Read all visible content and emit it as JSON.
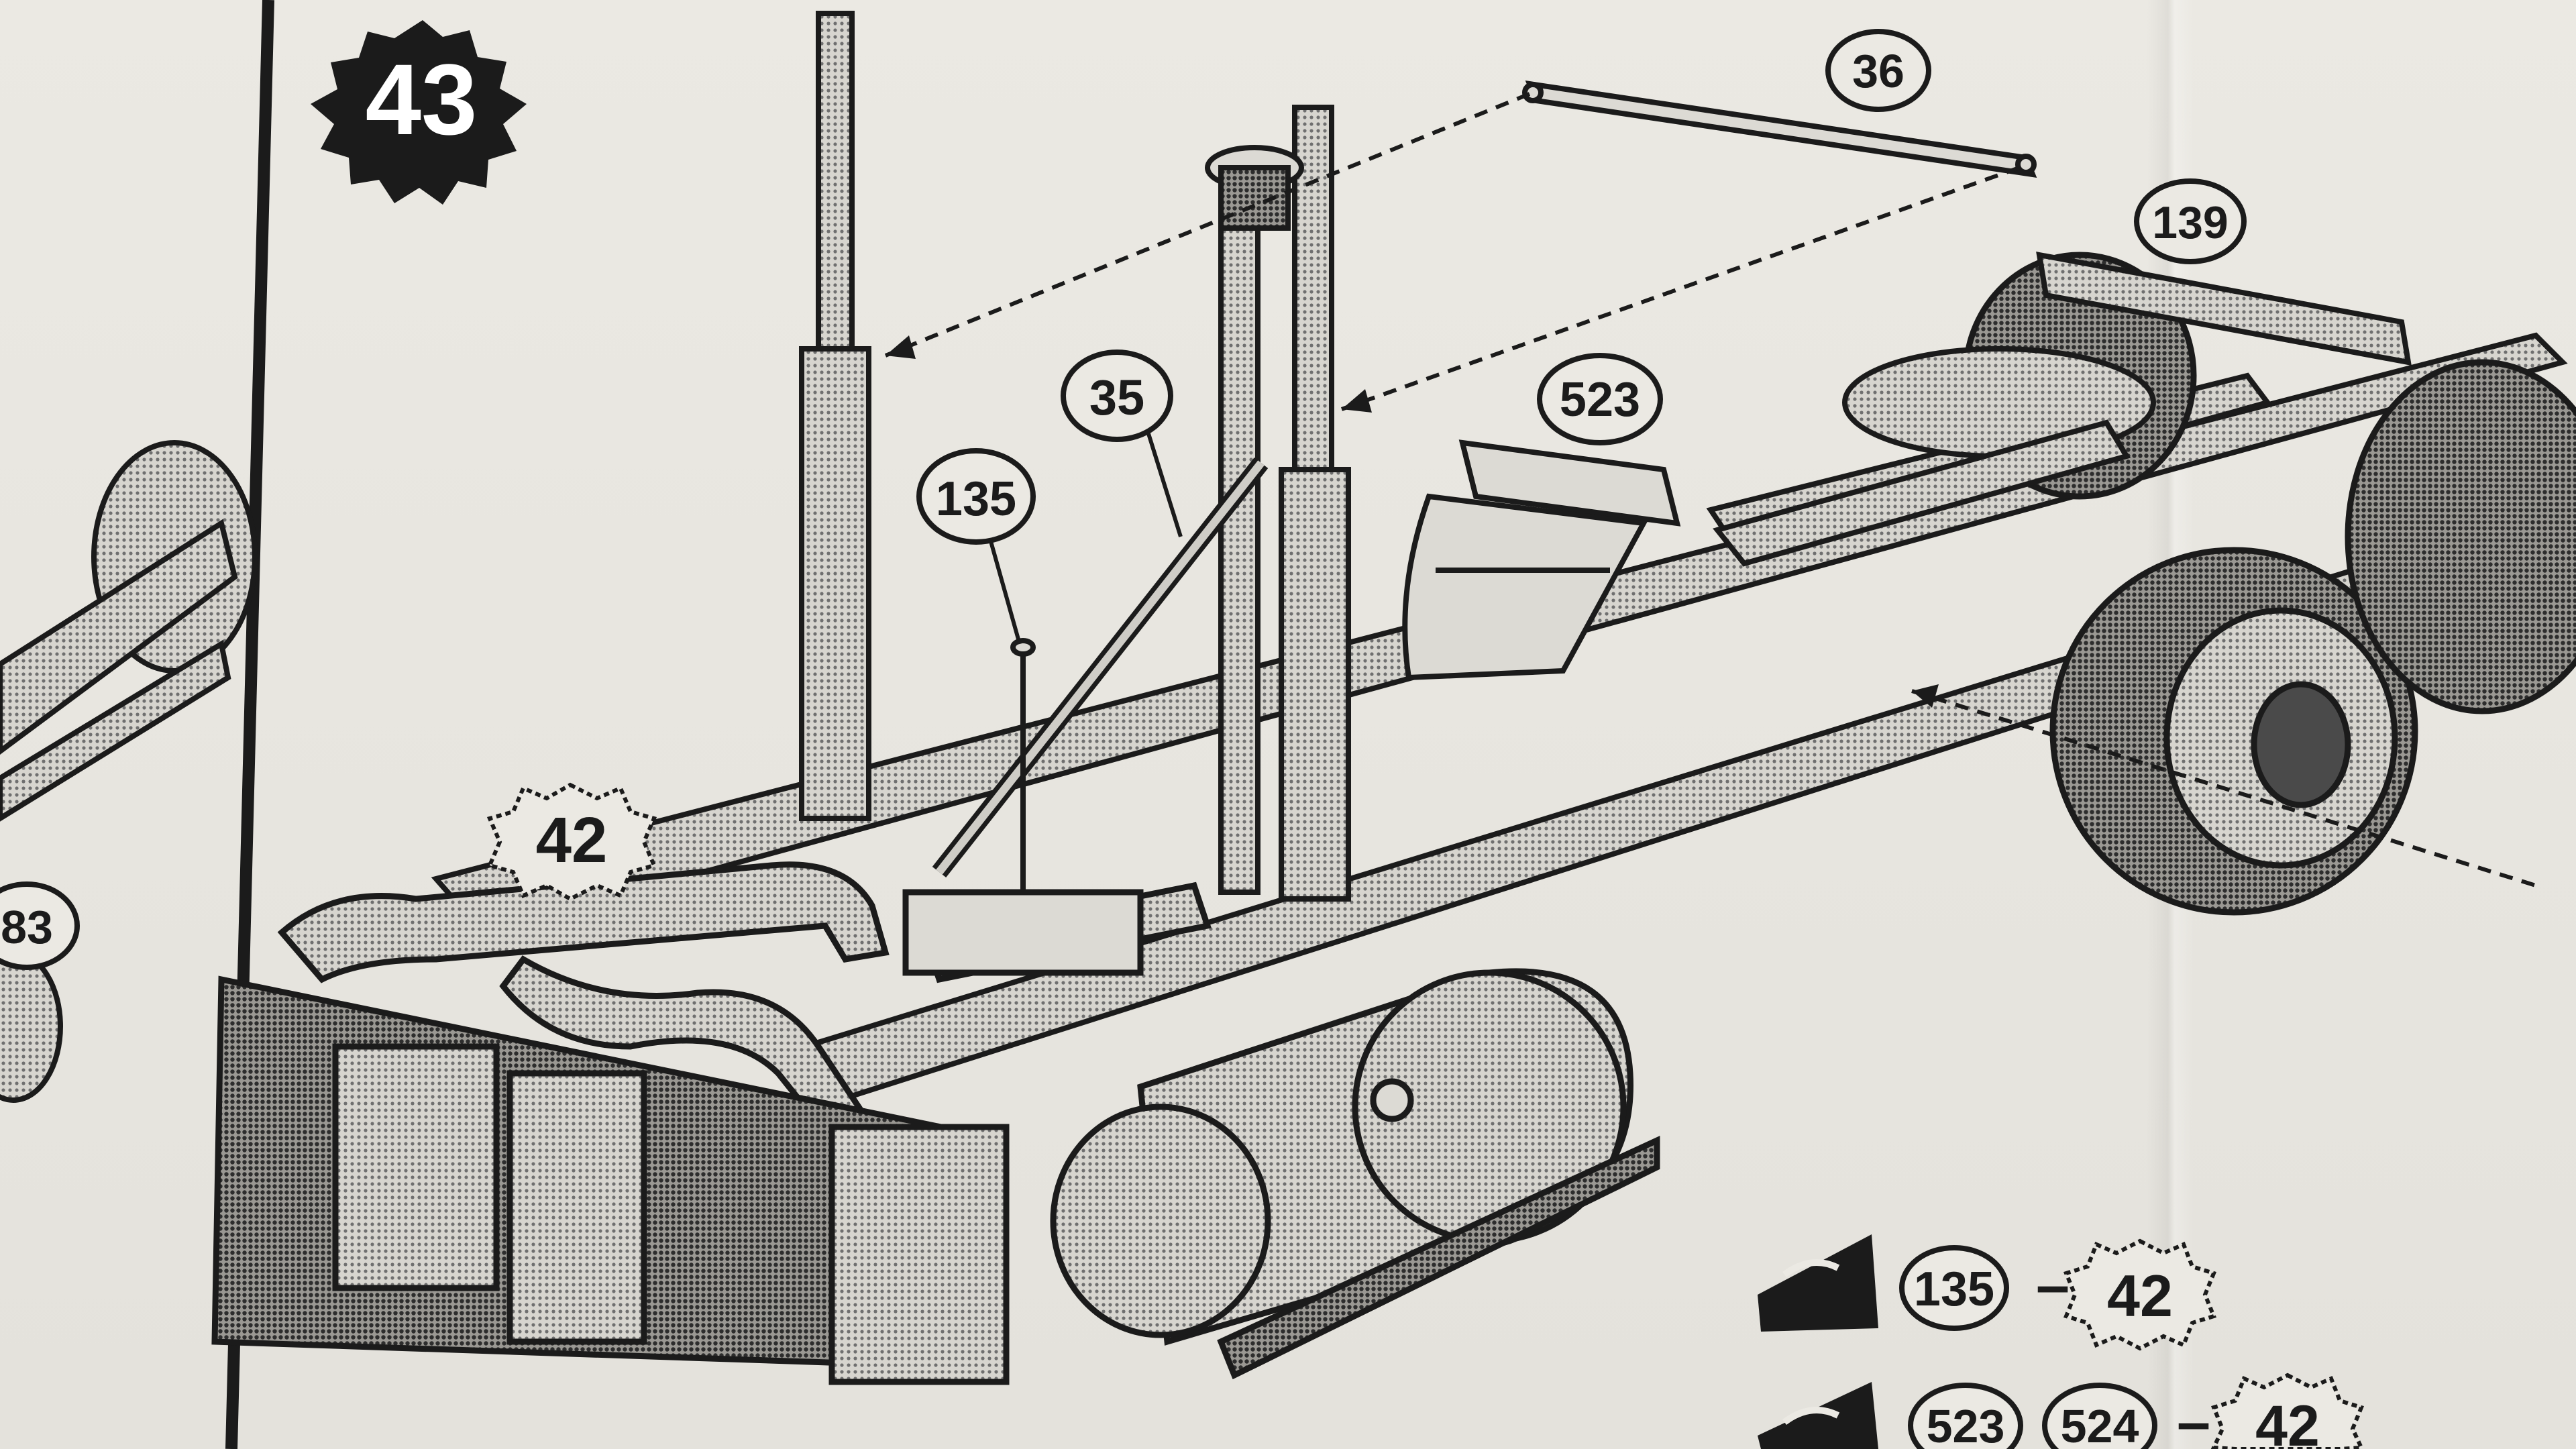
{
  "step": {
    "number": "43"
  },
  "callouts": {
    "part_36": "36",
    "part_139": "139",
    "part_523": "523",
    "part_35": "35",
    "part_135": "135",
    "part_42": "42",
    "part_83_partial": "83"
  },
  "glue_notes": [
    {
      "from": [
        "135"
      ],
      "dash": "–",
      "to": "42"
    },
    {
      "from": [
        "523",
        "524"
      ],
      "dash": "–",
      "to": "42"
    }
  ],
  "colors": {
    "ink": "#1b1b1b",
    "paper": "#e9e7e1",
    "halftone": "#7a7a7a"
  }
}
